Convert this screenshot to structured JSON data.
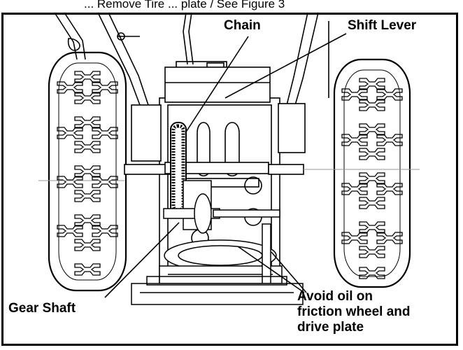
{
  "diagram": {
    "caption_partial": "... Remove Tire ... plate / See Figure 3",
    "labels": {
      "chain": "Chain",
      "shift_lever": "Shift Lever",
      "gear_shaft": "Gear Shaft",
      "avoid_oil": [
        "Avoid oil on",
        "friction wheel and",
        "drive plate"
      ]
    }
  }
}
